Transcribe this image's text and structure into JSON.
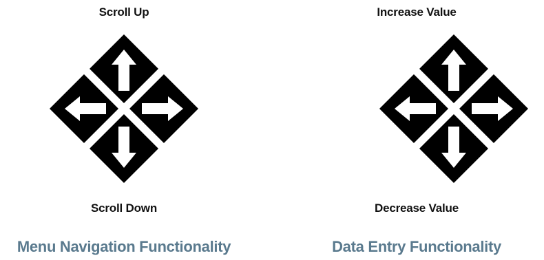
{
  "colors": {
    "title": "#5a7a8e",
    "key_fill": "#000000",
    "key_outline": "#ffffff"
  },
  "menu_navigation": {
    "top_label": "Scroll Up",
    "bottom_label": "Scroll Down",
    "title": "Menu Navigation Functionality",
    "icons": [
      "arrow-up-icon",
      "arrow-left-icon",
      "arrow-right-icon",
      "arrow-down-icon"
    ]
  },
  "data_entry": {
    "top_label": "Increase Value",
    "bottom_label": "Decrease Value",
    "title": "Data Entry Functionality",
    "icons": [
      "arrow-up-icon",
      "arrow-left-icon",
      "arrow-right-icon",
      "arrow-down-icon"
    ]
  }
}
